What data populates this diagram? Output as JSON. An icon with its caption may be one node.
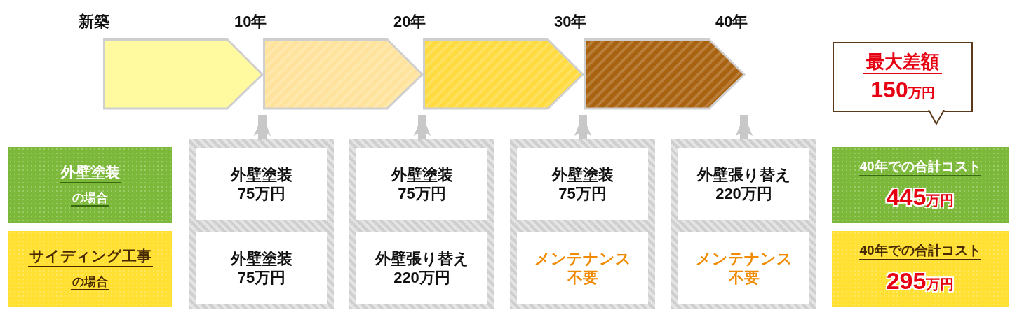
{
  "diagram": {
    "nodes": [
      {
        "text": [],
        "shape": "arrow"
      },
      {
        "text": [],
        "shape": "arrow"
      },
      {
        "text": [],
        "shape": "arrow"
      },
      {
        "text": [],
        "shape": "arrow"
      },
      {
        "text": [
          "最大差額",
          "150万円"
        ]
      },
      {
        "text": [
          "外壁塗装",
          "の場合"
        ]
      },
      {
        "text": [
          "サイディング工事",
          "の場合"
        ]
      },
      {
        "text": [],
        "shape": "box"
      },
      {
        "text": [
          "外壁塗装",
          "75万円"
        ],
        "in": 7
      },
      {
        "text": [
          "外壁塗装",
          "75万円"
        ],
        "in": 7
      },
      {
        "text": [],
        "shape": "box"
      },
      {
        "text": [
          "外壁塗装",
          "75万円"
        ],
        "in": 10
      },
      {
        "text": [
          "外壁張り替え",
          "220万円"
        ],
        "in": 10
      },
      {
        "text": [],
        "shape": "box"
      },
      {
        "text": [
          "外壁塗装",
          "75万円"
        ],
        "in": 13
      },
      {
        "text": [
          "メンテナンス不要"
        ],
        "in": 13
      },
      {
        "text": [],
        "shape": "box"
      },
      {
        "text": [
          "外壁張り替え",
          "220万円"
        ],
        "in": 16
      },
      {
        "text": [
          "メンテナンス不要"
        ],
        "in": 16
      },
      {
        "text": [
          "40年での合計コスト",
          "445万円"
        ]
      },
      {
        "text": [
          "40年での合計コスト",
          "295万円"
        ]
      }
    ],
    "edges": [
      {
        "from": 7,
        "to": 0,
        "arrow": "to"
      },
      {
        "from": 10,
        "to": 1,
        "arrow": "to"
      },
      {
        "from": 13,
        "to": 2,
        "arrow": "to"
      },
      {
        "from": 16,
        "to": 3,
        "arrow": "to"
      }
    ],
    "labels": [
      "新築",
      "10年",
      "20年",
      "30年",
      "40年"
    ]
  }
}
